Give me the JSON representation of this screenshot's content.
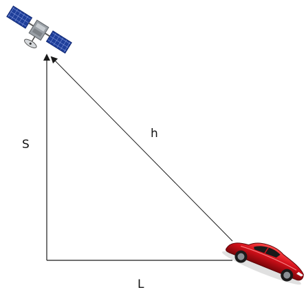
{
  "labels": {
    "vertical_side": "S",
    "hypotenuse": "h",
    "horizontal_side": "L"
  },
  "colors": {
    "line": "#1a1a1a",
    "background": "#ffffff",
    "satellite_panel": "#1f3f9a",
    "satellite_panel_grid": "#b9c8ff",
    "satellite_body": "#9aa0a6",
    "car_body": "#d4101a",
    "car_dark": "#1a1a1a"
  },
  "icons": {
    "satellite": "satellite-icon",
    "car": "sports-car-icon"
  }
}
